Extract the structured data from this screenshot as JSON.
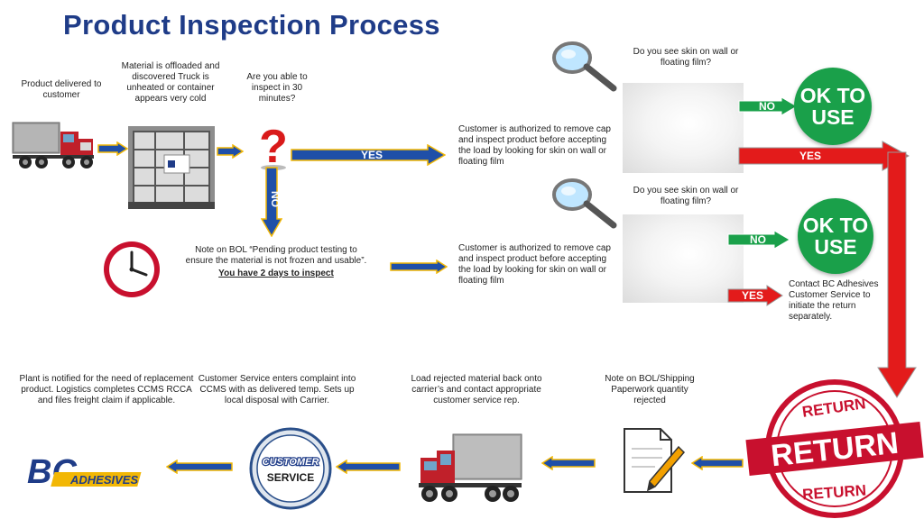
{
  "title": "Product Inspection Process",
  "steps": {
    "delivered": "Product delivered to customer",
    "offloaded": "Material is offloaded and discovered Truck is unheated or container appears very cold",
    "able_inspect": "Are you able to inspect in 30 minutes?",
    "authorized_top": "Customer is authorized to remove cap and inspect product before accepting the load by looking for skin on wall or floating film",
    "skin_question_top": "Do you see skin on wall or floating film?",
    "note_bol": "Note on BOL “Pending product testing to ensure the material is not frozen and usable”.",
    "two_days": "You have 2 days to inspect",
    "authorized_bottom": "Customer is authorized to remove cap and inspect product before accepting the load by looking for skin on wall or floating film",
    "skin_question_bottom": "Do you see skin on wall or floating film?",
    "contact_bc": "Contact BC Adhesives Customer Service to initiate the return separately.",
    "note_shipping": "Note on BOL/Shipping Paperwork quantity rejected",
    "load_rejected": "Load rejected material back onto carrier’s and contact appropriate customer service rep.",
    "cs_complaint": "Customer Service enters complaint into CCMS with as delivered temp. Sets up local disposal with Carrier.",
    "plant_notified": "Plant is notified for the need of replacement product. Logistics completes CCMS RCCA and files freight claim if applicable."
  },
  "labels": {
    "yes": "YES",
    "no": "NO",
    "ok_line1": "OK TO",
    "ok_line2": "USE",
    "return_main": "RETURN",
    "return_small_top": "RETURN",
    "return_small_bottom": "RETURN",
    "customer": "CUSTOMER",
    "service": "SERVICE",
    "logo_bc": "BC",
    "logo_adhesives": "ADHESIVES"
  },
  "colors": {
    "title_blue": "#1f3c88",
    "arrow_blue": "#1f4fa8",
    "arrow_gold_outline": "#f2b705",
    "ok_green": "#1aa04a",
    "arrow_red": "#e31b1b",
    "return_red": "#c8102e"
  }
}
